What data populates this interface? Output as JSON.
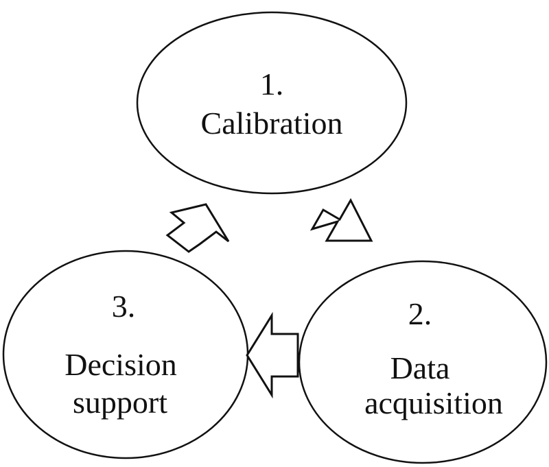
{
  "diagram": {
    "type": "cycle",
    "colors": {
      "stroke": "#111111",
      "fill": "#ffffff",
      "text": "#111111"
    },
    "nodes": [
      {
        "id": "calibration",
        "number": "1.",
        "line1": "Calibration",
        "line2": ""
      },
      {
        "id": "data-acquisition",
        "number": "2.",
        "line1": "Data",
        "line2": "acquisition"
      },
      {
        "id": "decision-support",
        "number": "3.",
        "line1": "Decision",
        "line2": "support"
      }
    ],
    "edges": [
      {
        "from": "calibration",
        "to": "data-acquisition"
      },
      {
        "from": "data-acquisition",
        "to": "decision-support"
      },
      {
        "from": "decision-support",
        "to": "calibration"
      }
    ]
  }
}
